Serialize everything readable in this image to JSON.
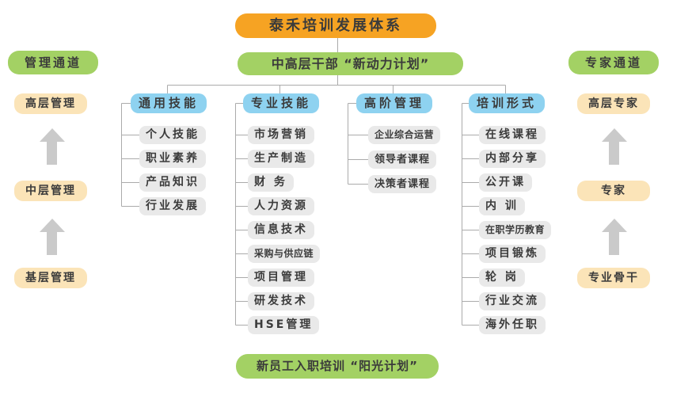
{
  "root": {
    "label": "泰禾培训发展体系"
  },
  "plan_top": {
    "label": "中高层干部 “新动力计划”"
  },
  "plan_bottom": {
    "label": "新员工入职培训 “阳光计划”"
  },
  "left_channel": {
    "title": "管理通道",
    "levels": [
      "高层管理",
      "中层管理",
      "基层管理"
    ]
  },
  "right_channel": {
    "title": "专家通道",
    "levels": [
      "高层专家",
      "专家",
      "专业骨干"
    ]
  },
  "columns": [
    {
      "header": "通用技能",
      "items": [
        "个人技能",
        "职业素养",
        "产品知识",
        "行业发展"
      ]
    },
    {
      "header": "专业技能",
      "items": [
        "市场营销",
        "生产制造",
        "财 务",
        "人力资源",
        "信息技术",
        "采购与供应链",
        "项目管理",
        "研发技术",
        "HSE管理"
      ]
    },
    {
      "header": "高阶管理",
      "items": [
        "企业综合运营",
        "领导者课程",
        "决策者课程"
      ]
    },
    {
      "header": "培训形式",
      "items": [
        "在线课程",
        "内部分享",
        "公开课",
        "内 训",
        "在职学历教育",
        "项目锻炼",
        "轮 岗",
        "行业交流",
        "海外任职"
      ]
    }
  ],
  "icons": {
    "up_arrow": "up-arrow"
  },
  "colors": {
    "root-orange": "#F6A323",
    "green": "#A3D164",
    "blue": "#8ED2F0",
    "beige": "#FBE4B8",
    "item-gray": "#E9E9E9",
    "arrow-gray": "#CACACA",
    "line-gray": "#ABABAB",
    "text": "#3B3B3B"
  }
}
